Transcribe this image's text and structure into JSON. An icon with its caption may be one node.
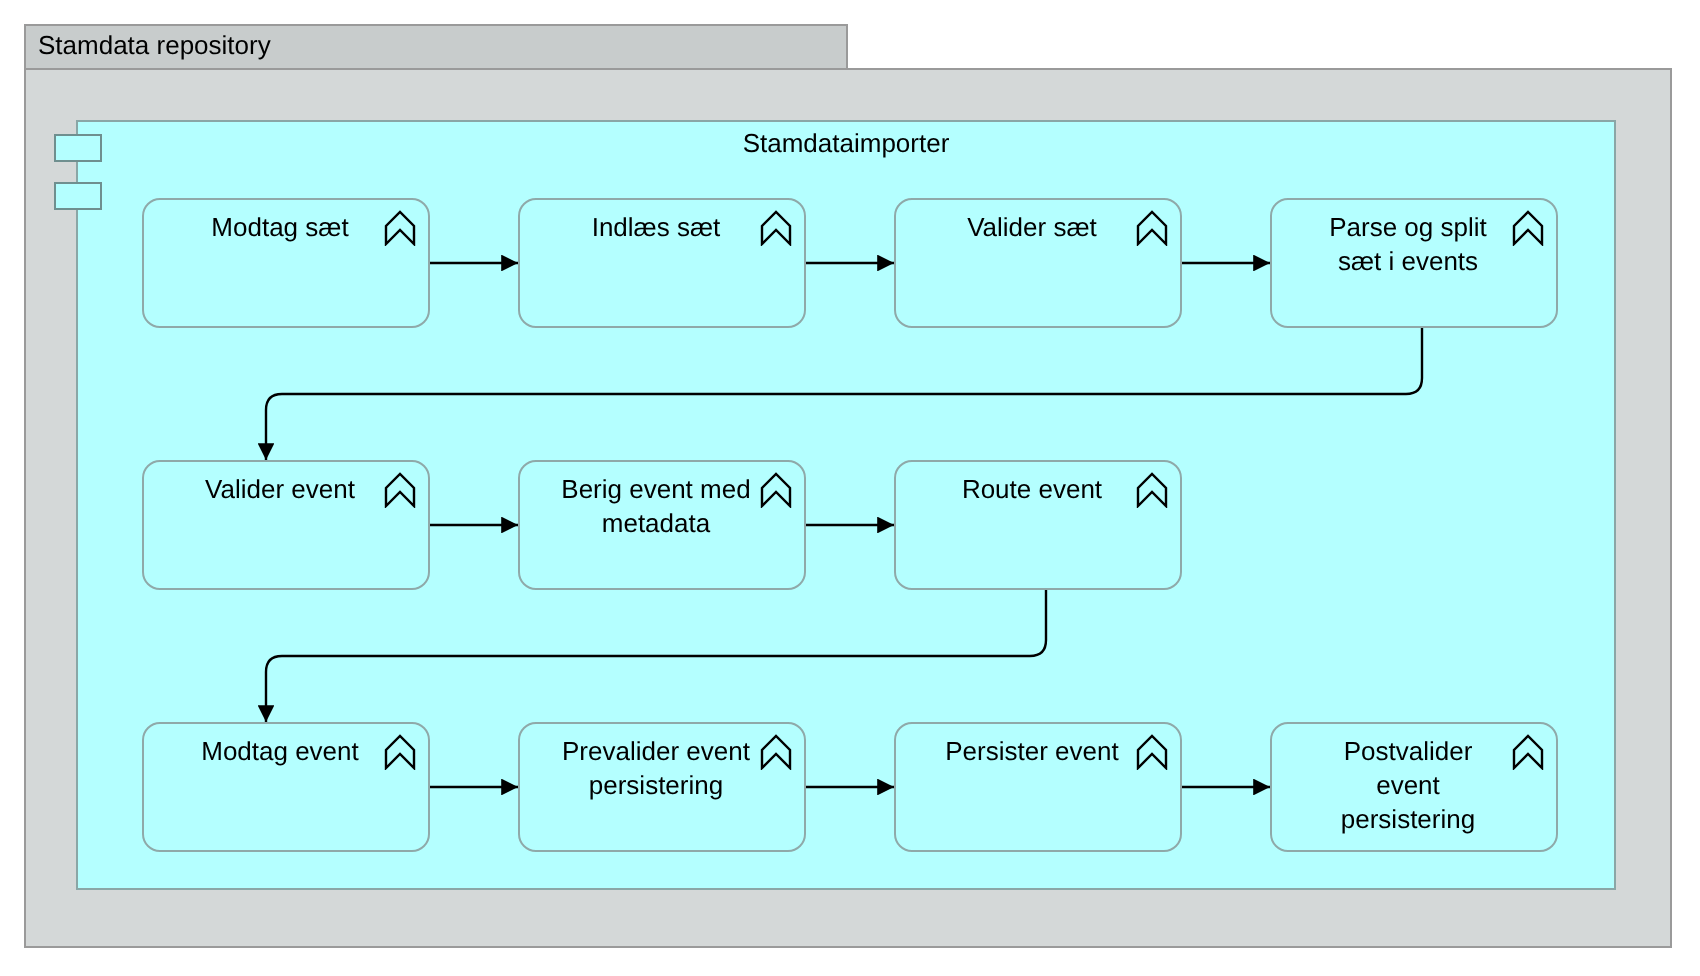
{
  "diagram": {
    "nodes": [
      {
        "text": [
          "Stamdata repository"
        ]
      },
      {
        "text": [
          "Stamdataimporter"
        ],
        "in": 0
      },
      {
        "text": [
          "Modtag sæt"
        ],
        "in": 1
      },
      {
        "text": [
          "Indlæs sæt"
        ],
        "in": 1
      },
      {
        "text": [
          "Valider sæt"
        ],
        "in": 1
      },
      {
        "text": [
          "Parse og split sæt i events"
        ],
        "in": 1
      },
      {
        "text": [
          "Valider event"
        ],
        "in": 1
      },
      {
        "text": [
          "Berig event med metadata"
        ],
        "in": 1
      },
      {
        "text": [
          "Route event"
        ],
        "in": 1
      },
      {
        "text": [
          "Modtag event"
        ],
        "in": 1
      },
      {
        "text": [
          "Prevalider event persistering"
        ],
        "in": 1
      },
      {
        "text": [
          "Persister event"
        ],
        "in": 1
      },
      {
        "text": [
          "Postvalider event persistering"
        ],
        "in": 1
      }
    ],
    "edges": [
      {
        "from": 2,
        "to": 3,
        "arrow": "to"
      },
      {
        "from": 3,
        "to": 4,
        "arrow": "to"
      },
      {
        "from": 4,
        "to": 5,
        "arrow": "to"
      },
      {
        "from": 5,
        "to": 6,
        "arrow": "to"
      },
      {
        "from": 6,
        "to": 7,
        "arrow": "to"
      },
      {
        "from": 7,
        "to": 8,
        "arrow": "to"
      },
      {
        "from": 8,
        "to": 9,
        "arrow": "to"
      },
      {
        "from": 9,
        "to": 10,
        "arrow": "to"
      },
      {
        "from": 10,
        "to": 11,
        "arrow": "to"
      },
      {
        "from": 11,
        "to": 12,
        "arrow": "to"
      }
    ]
  }
}
